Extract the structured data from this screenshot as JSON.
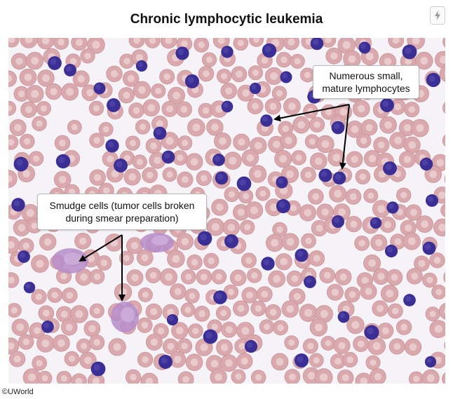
{
  "title": "Chronic lymphocytic leukemia",
  "annotations": {
    "lymphocytes": [
      "Numerous small,",
      "mature lymphocytes"
    ],
    "smudge": [
      "Smudge cells (tumor cells broken",
      "during smear preparation)"
    ]
  },
  "copyright": "©UWorld",
  "icons": {
    "flash": "flash-icon"
  },
  "colors": {
    "background_plasma": "#f6f3f8",
    "rbc": "#d9a9ad",
    "rbc_center": "#ecd3d6",
    "lymphocyte": "#3b2f95",
    "smudge": "#b58cc9",
    "arrow": "#000000"
  }
}
